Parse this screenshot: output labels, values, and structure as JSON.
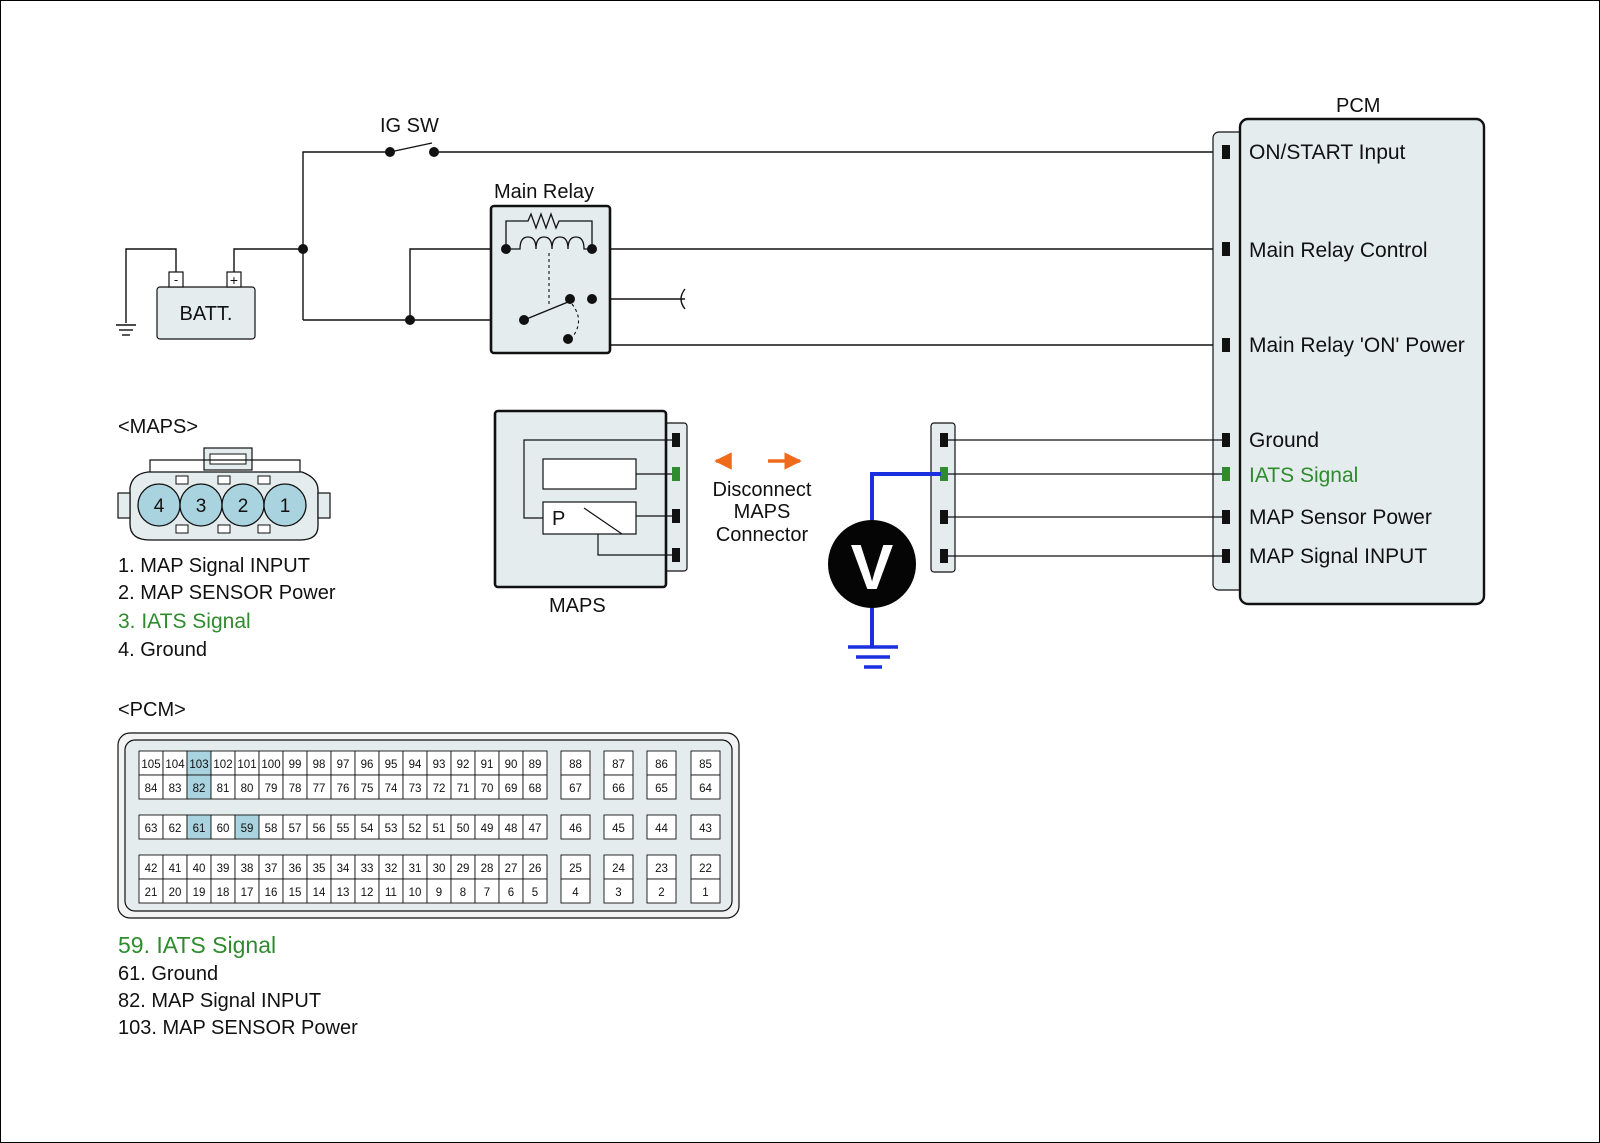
{
  "colors": {
    "accent_green": "#2e8b2e",
    "probe_blue": "#1a2fe0",
    "arrow_orange": "#ef6a1b",
    "highlight_cell": "#a9d3de",
    "panel_fill": "#e4eced"
  },
  "circuit": {
    "ig_sw_label": "IG SW",
    "main_relay_label": "Main Relay",
    "battery_label": "BATT.",
    "battery_minus": "-",
    "battery_plus": "+",
    "maps_component_label": "MAPS",
    "maps_p_label": "P",
    "disconnect_line1": "Disconnect",
    "disconnect_line2": "MAPS",
    "disconnect_line3": "Connector",
    "voltmeter_label": "V"
  },
  "pcm_box": {
    "title": "PCM",
    "terminals": {
      "on_start": "ON/START Input",
      "relay_control": "Main Relay Control",
      "relay_on_power": "Main Relay 'ON' Power",
      "ground": "Ground",
      "iats": "IATS Signal",
      "map_power": "MAP Sensor Power",
      "map_signal": "MAP Signal  INPUT"
    }
  },
  "maps_connector": {
    "title": "<MAPS>",
    "pins": [
      "4",
      "3",
      "2",
      "1"
    ],
    "legend": {
      "item1": "1. MAP Signal  INPUT",
      "item2": "2. MAP SENSOR Power",
      "item3": "3. IATS Signal",
      "item4": "4. Ground"
    }
  },
  "pcm_connector": {
    "title": "<PCM>",
    "rows": [
      [
        "105",
        "104",
        "103",
        "102",
        "101",
        "100",
        "99",
        "98",
        "97",
        "96",
        "95",
        "94",
        "93",
        "92",
        "91",
        "90",
        "89",
        "88",
        "87",
        "86",
        "85"
      ],
      [
        "84",
        "83",
        "82",
        "81",
        "80",
        "79",
        "78",
        "77",
        "76",
        "75",
        "74",
        "73",
        "72",
        "71",
        "70",
        "69",
        "68",
        "67",
        "66",
        "65",
        "64"
      ],
      [
        "63",
        "62",
        "61",
        "60",
        "59",
        "58",
        "57",
        "56",
        "55",
        "54",
        "53",
        "52",
        "51",
        "50",
        "49",
        "48",
        "47",
        "46",
        "45",
        "44",
        "43"
      ],
      [
        "42",
        "41",
        "40",
        "39",
        "38",
        "37",
        "36",
        "35",
        "34",
        "33",
        "32",
        "31",
        "30",
        "29",
        "28",
        "27",
        "26",
        "25",
        "24",
        "23",
        "22"
      ],
      [
        "21",
        "20",
        "19",
        "18",
        "17",
        "16",
        "15",
        "14",
        "13",
        "12",
        "11",
        "10",
        "9",
        "8",
        "7",
        "6",
        "5",
        "4",
        "3",
        "2",
        "1"
      ]
    ],
    "highlighted": [
      "103",
      "82",
      "61",
      "59"
    ],
    "legend": {
      "item59": "59. IATS Signal",
      "item61": "61. Ground",
      "item82": "82. MAP Signal  INPUT",
      "item103": "103. MAP SENSOR Power"
    }
  }
}
